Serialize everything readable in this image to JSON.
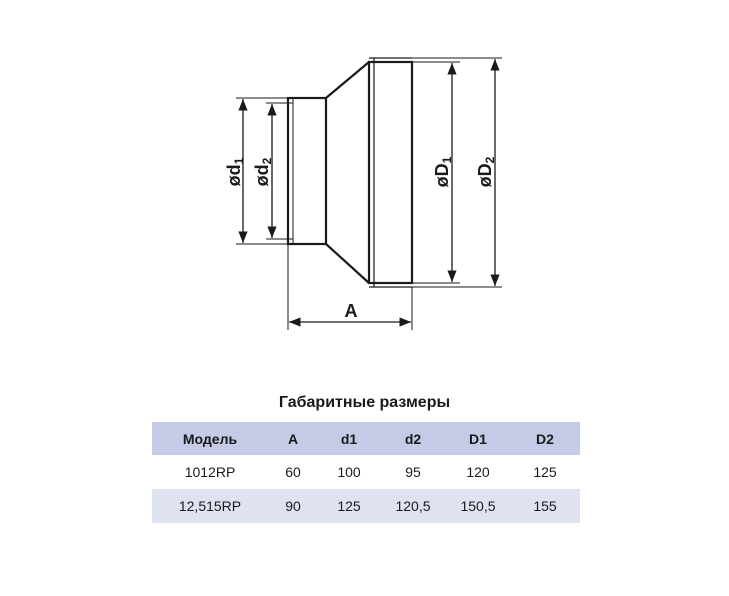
{
  "drawing": {
    "labels": {
      "d1": "ød",
      "d1_sub": "1",
      "d2": "ød",
      "d2_sub": "2",
      "D1": "øD",
      "D1_sub": "1",
      "D2": "øD",
      "D2_sub": "2",
      "A": "A"
    },
    "colors": {
      "line": "#1a1a1a"
    }
  },
  "table": {
    "title": "Габаритные размеры",
    "headers": [
      "Модель",
      "A",
      "d1",
      "d2",
      "D1",
      "D2"
    ],
    "rows": [
      [
        "1012RP",
        "60",
        "100",
        "95",
        "120",
        "125"
      ],
      [
        "12,515RP",
        "90",
        "125",
        "120,5",
        "150,5",
        "155"
      ]
    ],
    "colors": {
      "header_bg": "#c5cae6",
      "stripe_bg": "#dfe2f1"
    }
  }
}
